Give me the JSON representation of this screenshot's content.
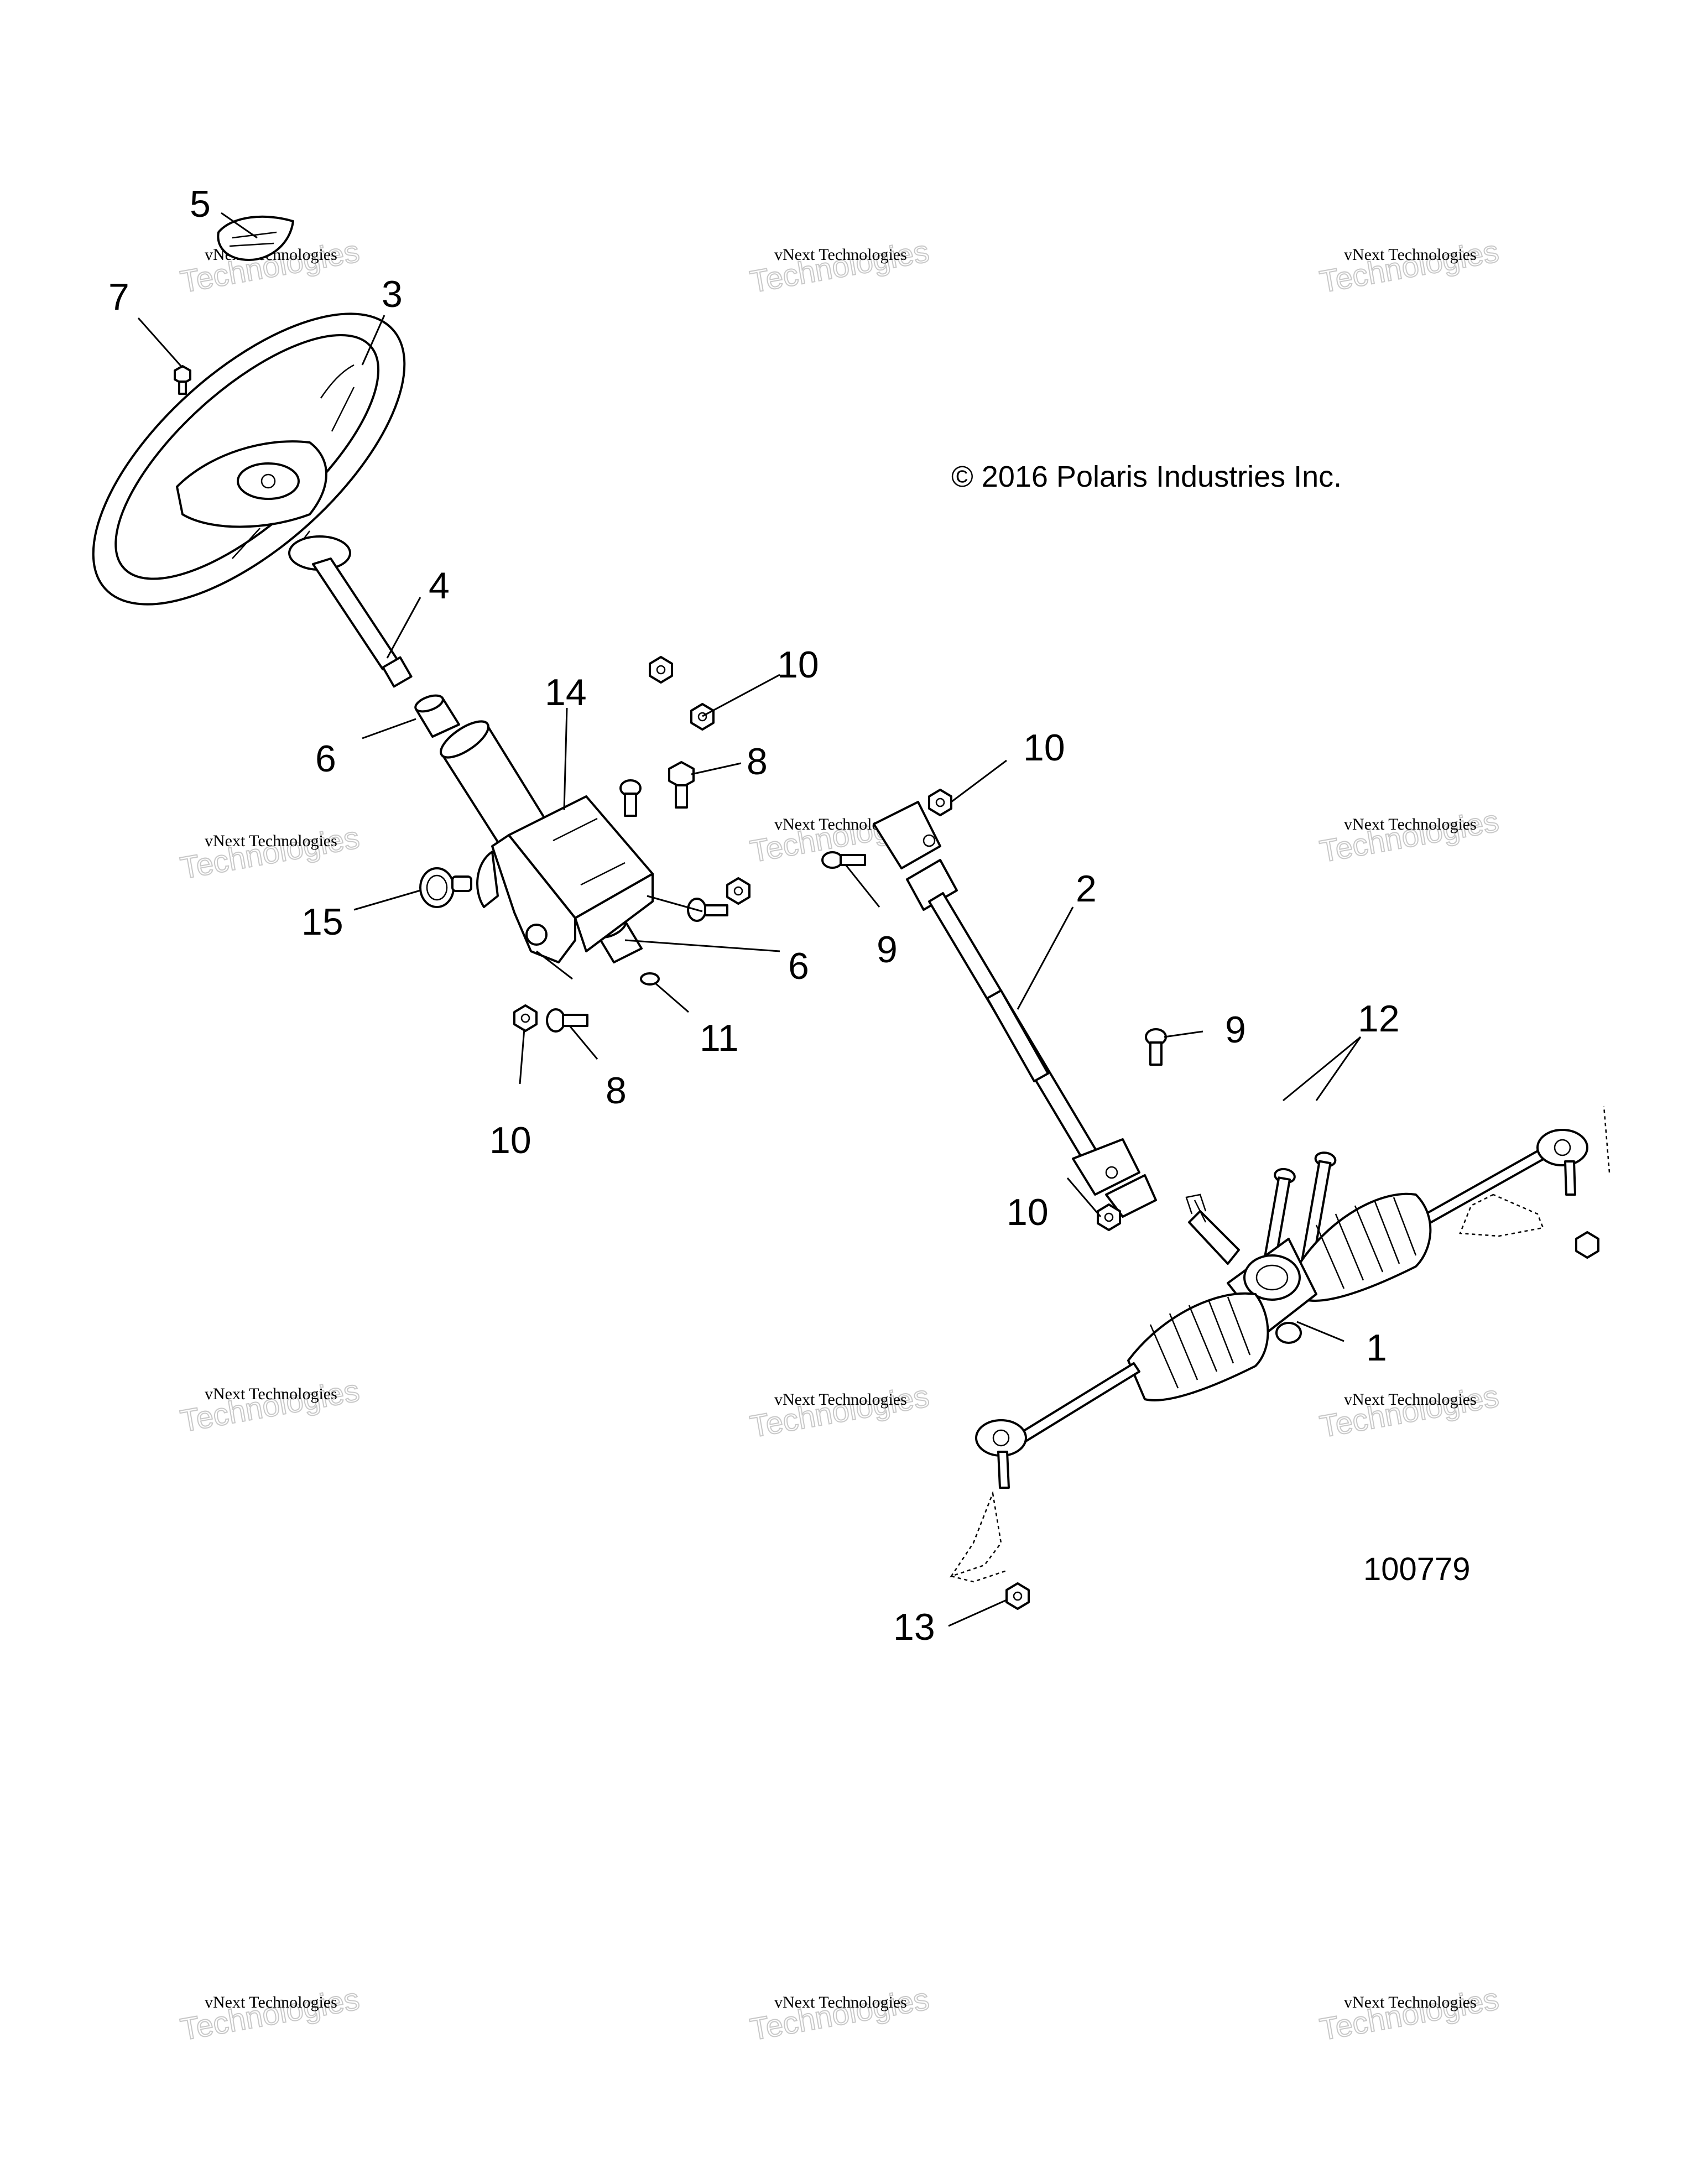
{
  "copyright": "© 2016 Polaris Industries Inc.",
  "diagram_id": "100779",
  "watermark": {
    "line1": "vNext Technologies",
    "line2": "Technologies"
  },
  "callouts": {
    "c1": "1",
    "c2": "2",
    "c3": "3",
    "c4": "4",
    "c5": "5",
    "c6a": "6",
    "c6b": "6",
    "c7": "7",
    "c8a": "8",
    "c8b": "8",
    "c9a": "9",
    "c9b": "9",
    "c10a": "10",
    "c10b": "10",
    "c10c": "10",
    "c10d": "10",
    "c11": "11",
    "c12": "12",
    "c13": "13",
    "c14": "14",
    "c15": "15"
  }
}
